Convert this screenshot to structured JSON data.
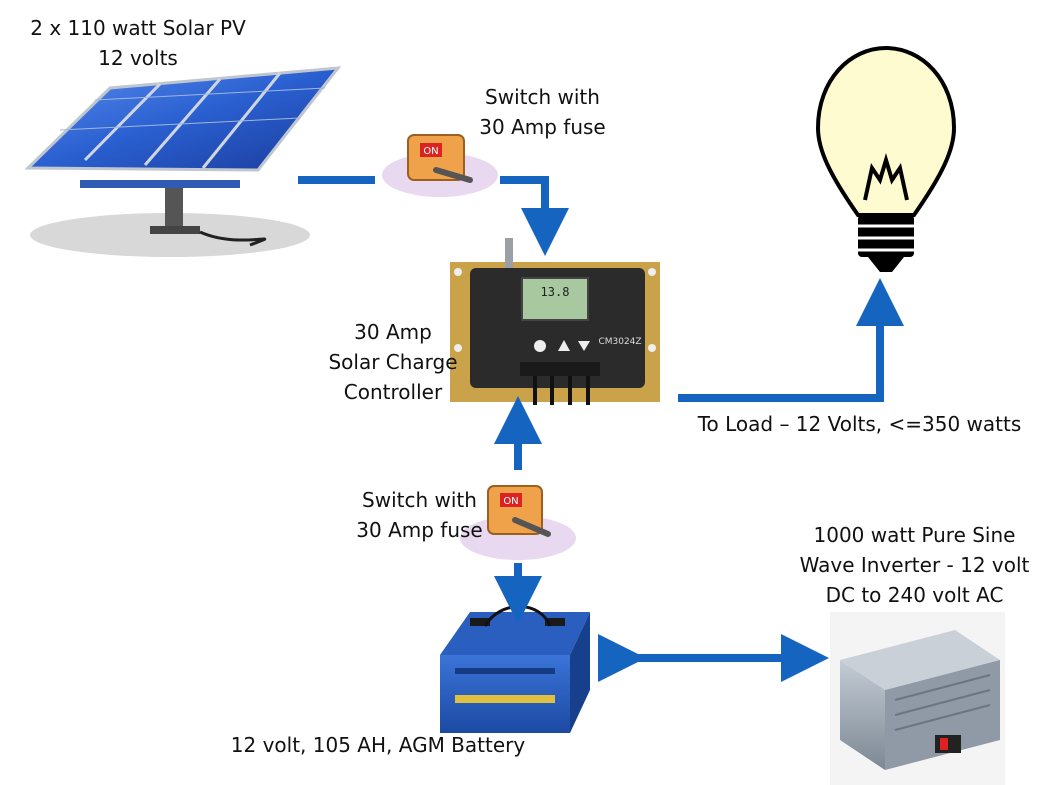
{
  "colors": {
    "arrow": "#1565c0",
    "panel": "#2a5fd0",
    "bulb": "#fffbd0",
    "controller_body": "#2b2b2b",
    "controller_plate": "#c9a24a",
    "battery": "#2e64c8",
    "inverter": "#9aa5b1"
  },
  "labels": {
    "solar_pv": [
      "2 x 110 watt Solar PV",
      "12 volts"
    ],
    "switch_top": [
      "Switch with",
      "30 Amp fuse"
    ],
    "controller": [
      "30 Amp",
      "Solar Charge",
      "Controller"
    ],
    "load": "To Load – 12 Volts, <=350 watts",
    "switch_bottom": [
      "Switch with",
      "30 Amp fuse"
    ],
    "inverter": [
      "1000 watt Pure Sine",
      "Wave Inverter - 12 volt",
      "DC to 240 volt AC"
    ],
    "battery": "12 volt, 105 AH, AGM Battery"
  },
  "controller_display": {
    "reading": "13.8",
    "model": "CM3024Z"
  },
  "switch_marking": "ON",
  "icons": [
    "solar-panel-icon",
    "toggle-switch-icon",
    "charge-controller-icon",
    "light-bulb-icon",
    "battery-icon",
    "inverter-icon"
  ]
}
